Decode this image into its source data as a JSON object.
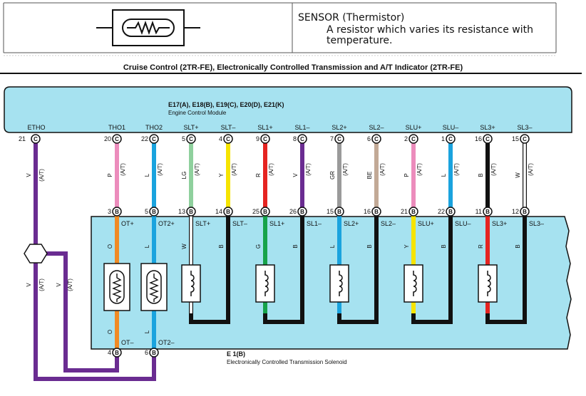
{
  "legend": {
    "name": "SENSOR (Thermistor)",
    "description_line1": "A resistor which varies its resistance with",
    "description_line2": "temperature."
  },
  "diagram_title": "Cruise Control (2TR-FE), Electronically Controlled Transmission and A/T Indicator (2TR-FE)",
  "ecm": {
    "connectors": "E17(A), E18(B), E19(C), E20(D), E21(K)",
    "name": "Engine Control Module"
  },
  "solenoid_module": {
    "connector": "E 1(B)",
    "name": "Electronically Controlled Transmission Solenoid"
  },
  "terminal_letter_c": "C",
  "terminal_letter_b": "B",
  "etho": {
    "label": "ETHO",
    "pin": "21",
    "wire_color_code": "V",
    "wire_note": "(A/T)",
    "lower_color_code": "V",
    "lower_note": "(A/T)",
    "lower_color_code2": "V",
    "lower_note2": "(A/T)"
  },
  "circuits": [
    {
      "ecm_label": "THO1",
      "ecm_pin": "20",
      "upper_code": "P",
      "upper_color": "#ec8cbc",
      "upper_note": "(A/T)",
      "sol_pin": "3",
      "sol_label": "OT+",
      "lower_code": "O",
      "lower_color": "#f08a24",
      "component": "thermistor",
      "return_pin": "4",
      "return_label": "OT–"
    },
    {
      "ecm_label": "THO2",
      "ecm_pin": "22",
      "upper_code": "L",
      "upper_color": "#1aa3de",
      "upper_note": "(A/T)",
      "sol_pin": "5",
      "sol_label": "OT2+",
      "lower_code": "L",
      "lower_color": "#1aa3de",
      "component": "thermistor",
      "return_pin": "6",
      "return_label": "OT2–"
    },
    {
      "ecm_label": "SLT+",
      "ecm_pin": "5",
      "upper_code": "LG",
      "upper_color": "#8fd09d",
      "upper_note": "(A/T)",
      "sol_pin": "13",
      "sol_label": "SLT+",
      "lower_code": "W",
      "lower_color": "#ffffff",
      "component": "solenoid"
    },
    {
      "ecm_label": "SLT–",
      "ecm_pin": "4",
      "upper_code": "Y",
      "upper_color": "#f6e400",
      "upper_note": "(A/T)",
      "sol_pin": "14",
      "sol_label": "SLT–",
      "lower_code": "B",
      "lower_color": "#111111",
      "component": "return"
    },
    {
      "ecm_label": "SL1+",
      "ecm_pin": "9",
      "upper_code": "R",
      "upper_color": "#e52421",
      "upper_note": "(A/T)",
      "sol_pin": "25",
      "sol_label": "SL1+",
      "lower_code": "G",
      "lower_color": "#17a34a",
      "component": "solenoid"
    },
    {
      "ecm_label": "SL1–",
      "ecm_pin": "8",
      "upper_code": "V",
      "upper_color": "#6a2c91",
      "upper_note": "(A/T)",
      "sol_pin": "26",
      "sol_label": "SL1–",
      "lower_code": "B",
      "lower_color": "#111111",
      "component": "return"
    },
    {
      "ecm_label": "SL2+",
      "ecm_pin": "7",
      "upper_code": "GR",
      "upper_color": "#9a9a9a",
      "upper_note": "(A/T)",
      "sol_pin": "15",
      "sol_label": "SL2+",
      "lower_code": "L",
      "lower_color": "#1aa3de",
      "component": "solenoid"
    },
    {
      "ecm_label": "SL2–",
      "ecm_pin": "6",
      "upper_code": "BE",
      "upper_color": "#c2a996",
      "upper_note": "(A/T)",
      "sol_pin": "16",
      "sol_label": "SL2–",
      "lower_code": "B",
      "lower_color": "#111111",
      "component": "return"
    },
    {
      "ecm_label": "SLU+",
      "ecm_pin": "2",
      "upper_code": "P",
      "upper_color": "#ec8cbc",
      "upper_note": "(A/T)",
      "sol_pin": "21",
      "sol_label": "SLU+",
      "lower_code": "Y",
      "lower_color": "#f6e400",
      "component": "solenoid"
    },
    {
      "ecm_label": "SLU–",
      "ecm_pin": "1",
      "upper_code": "L",
      "upper_color": "#1aa3de",
      "upper_note": "(A/T)",
      "sol_pin": "22",
      "sol_label": "SLU–",
      "lower_code": "B",
      "lower_color": "#111111",
      "component": "return"
    },
    {
      "ecm_label": "SL3+",
      "ecm_pin": "16",
      "upper_code": "B",
      "upper_color": "#111111",
      "upper_note": "(A/T)",
      "sol_pin": "11",
      "sol_label": "SL3+",
      "lower_code": "R",
      "lower_color": "#e52421",
      "component": "solenoid"
    },
    {
      "ecm_label": "SL3–",
      "ecm_pin": "15",
      "upper_code": "W",
      "upper_color": "#ffffff",
      "upper_note": "(A/T)",
      "sol_pin": "12",
      "sol_label": "SL3–",
      "lower_code": "B",
      "lower_color": "#111111",
      "component": "return"
    }
  ],
  "colors": {
    "ecm_fill": "#a6e2f0",
    "module_fill": "#a6e2f0",
    "etho_wire": "#6a2c91",
    "return_wire": "#111111"
  }
}
